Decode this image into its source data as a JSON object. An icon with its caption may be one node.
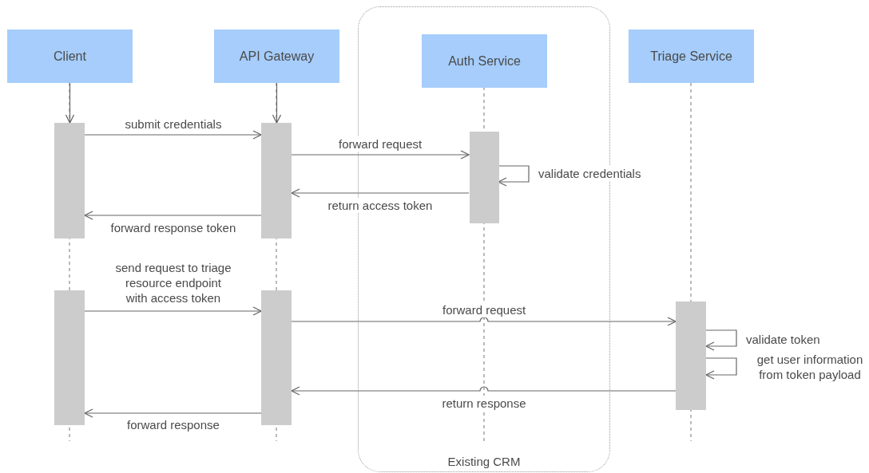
{
  "diagram": {
    "nodes": [
      {
        "text": [
          "Client"
        ]
      },
      {
        "text": [
          "API Gateway"
        ]
      },
      {
        "text": [
          "Existing CRM"
        ]
      },
      {
        "text": [
          "Auth Service"
        ],
        "in": 2
      },
      {
        "text": [
          "Triage Service"
        ]
      },
      {
        "text": [],
        "shape": "bar"
      },
      {
        "text": [],
        "shape": "bar"
      },
      {
        "text": [],
        "shape": "bar"
      },
      {
        "text": [],
        "shape": "bar"
      },
      {
        "text": [],
        "shape": "bar",
        "in": 2
      },
      {
        "text": [],
        "shape": "bar"
      }
    ],
    "edges": [
      {
        "from": 0,
        "to": 5,
        "arrow": "to"
      },
      {
        "from": 1,
        "to": 7,
        "arrow": "to"
      },
      {
        "from": 5,
        "to": 7,
        "arrow": "to",
        "label": "submit credentials"
      },
      {
        "from": 7,
        "to": 9,
        "arrow": "to",
        "label": "forward request"
      },
      {
        "from": 9,
        "to": 9,
        "arrow": "to",
        "label": "validate credentials"
      },
      {
        "from": 9,
        "to": 7,
        "arrow": "to",
        "label": "return access token"
      },
      {
        "from": 7,
        "to": 5,
        "arrow": "to",
        "label": "forward response token"
      },
      {
        "from": 6,
        "to": 8,
        "arrow": "to",
        "label": "send request to triage resource endpoint with access token"
      },
      {
        "from": 8,
        "to": 10,
        "arrow": "to",
        "label": "forward request"
      },
      {
        "from": 10,
        "to": 10,
        "arrow": "to",
        "label": "validate token"
      },
      {
        "from": 10,
        "to": 10,
        "arrow": "to",
        "label": "get user information from token payload"
      },
      {
        "from": 10,
        "to": 8,
        "arrow": "to",
        "label": "return response"
      },
      {
        "from": 8,
        "to": 6,
        "arrow": "to",
        "label": "forward response"
      }
    ]
  }
}
